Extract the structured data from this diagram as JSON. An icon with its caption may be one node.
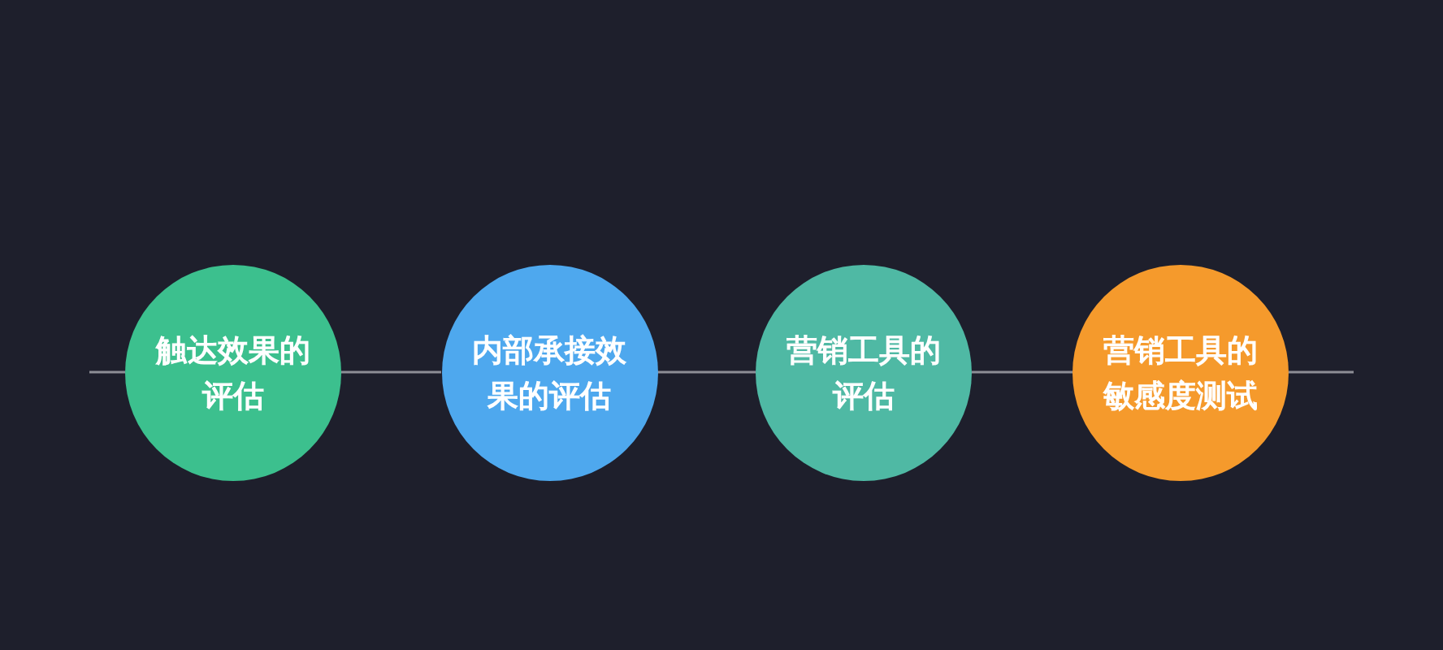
{
  "diagram": {
    "nodes": [
      {
        "text": [
          "触达效果的评估"
        ]
      },
      {
        "text": [
          "内部承接效果的评估"
        ]
      },
      {
        "text": [
          "营销工具的评估"
        ]
      },
      {
        "text": [
          "营销工具的敏感度测试"
        ]
      }
    ],
    "edges": [
      {
        "from": null,
        "to": 0,
        "arrow": "none"
      },
      {
        "from": 0,
        "to": 1,
        "arrow": "none"
      },
      {
        "from": 1,
        "to": 2,
        "arrow": "none"
      },
      {
        "from": 2,
        "to": 3,
        "arrow": "none"
      },
      {
        "from": 3,
        "to": null,
        "arrow": "none"
      }
    ]
  }
}
